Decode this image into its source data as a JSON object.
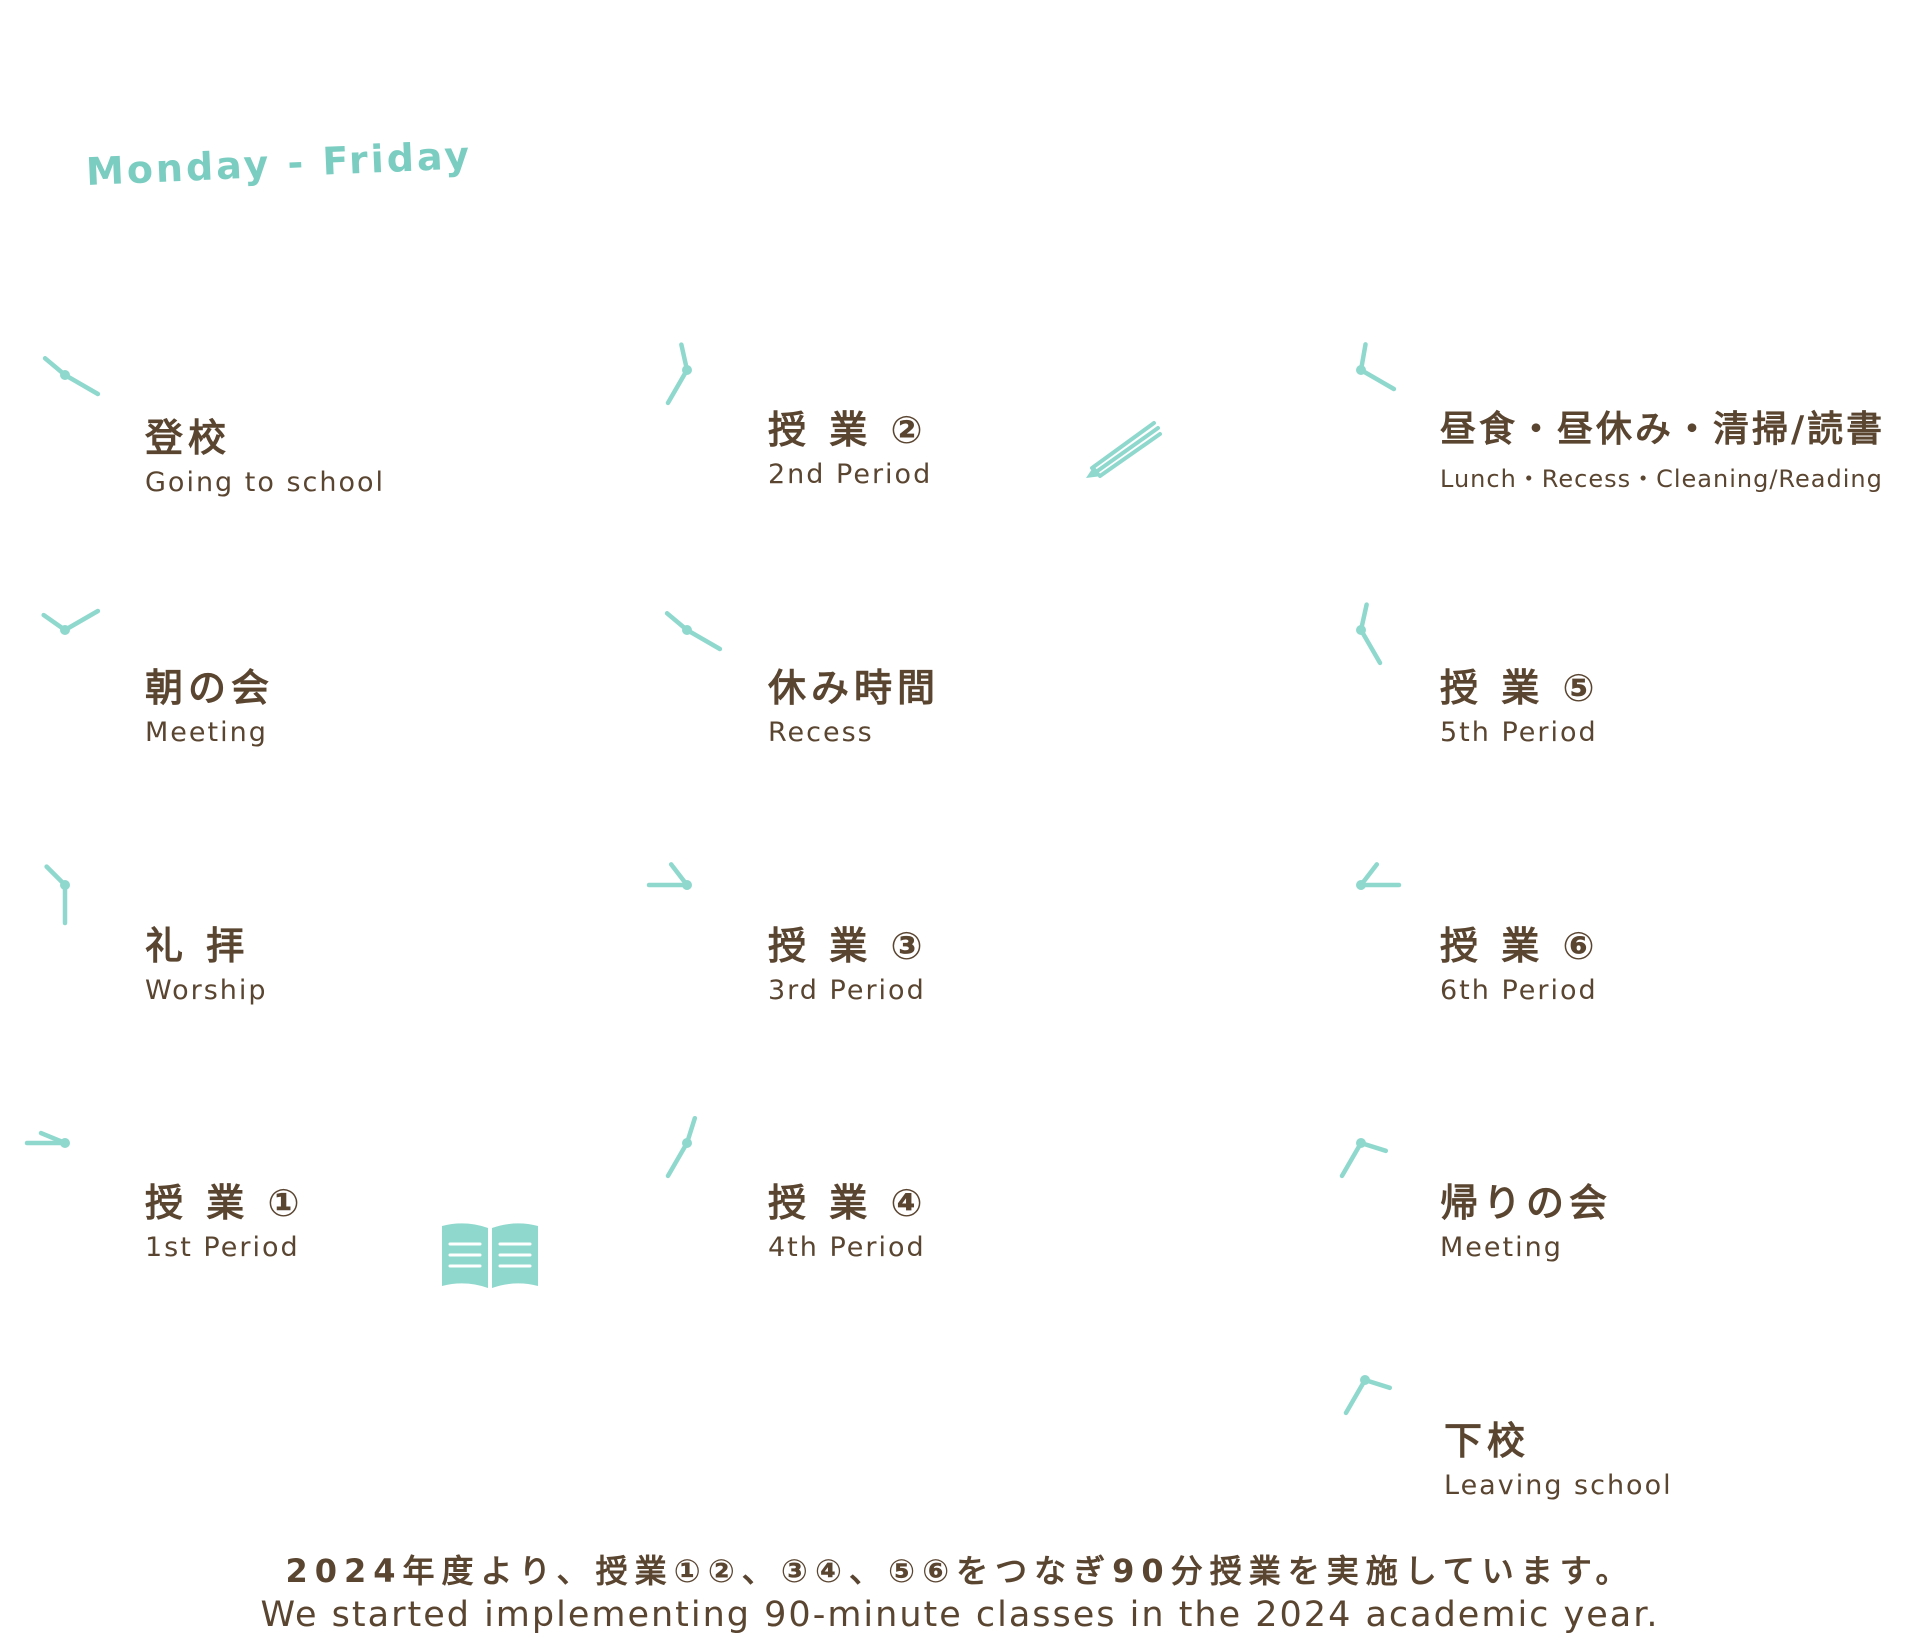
{
  "header": {
    "days": "Monday - Friday"
  },
  "schedule": [
    {
      "jp": "登校",
      "en": "Going to school",
      "hour": 10,
      "minute": 20
    },
    {
      "jp": "朝の会",
      "en": "Meeting",
      "hour": 10,
      "minute": 10
    },
    {
      "jp": "礼 拝",
      "en": "Worship",
      "hour": 10,
      "minute": 30
    },
    {
      "jp": "授 業 ①",
      "en": "1st Period",
      "hour": 9,
      "minute": 45
    },
    {
      "jp": "授 業 ②",
      "en": "2nd Period",
      "hour": 11,
      "minute": 35
    },
    {
      "jp": "休み時間",
      "en": "Recess",
      "hour": 10,
      "minute": 20
    },
    {
      "jp": "授 業 ③",
      "en": "3rd Period",
      "hour": 10,
      "minute": 45
    },
    {
      "jp": "授 業 ④",
      "en": "4th Period",
      "hour": 12,
      "minute": 35
    },
    {
      "jp": "昼食・昼休み・清掃/読書",
      "en": "Lunch・Recess・Cleaning/Reading",
      "hour": 12,
      "minute": 20
    },
    {
      "jp": "授 業 ⑤",
      "en": "5th Period",
      "hour": 12,
      "minute": 25
    },
    {
      "jp": "授 業 ⑥",
      "en": "6th Period",
      "hour": 1,
      "minute": 15
    },
    {
      "jp": "帰りの会",
      "en": "Meeting",
      "hour": 3,
      "minute": 35
    },
    {
      "jp": "下校",
      "en": "Leaving school",
      "hour": 3,
      "minute": 35
    }
  ],
  "footer": {
    "jp": "2024年度より、授業①②、③④、⑤⑥をつなぎ90分授業を実施しています。",
    "en": "We started implementing 90-minute classes in the 2024 academic year."
  },
  "icons": {
    "book": "book-icon",
    "pencil": "pencil-icon",
    "clock": "clock-icon"
  },
  "colors": {
    "accent": "#8fd8cd",
    "text": "#5a4531"
  }
}
